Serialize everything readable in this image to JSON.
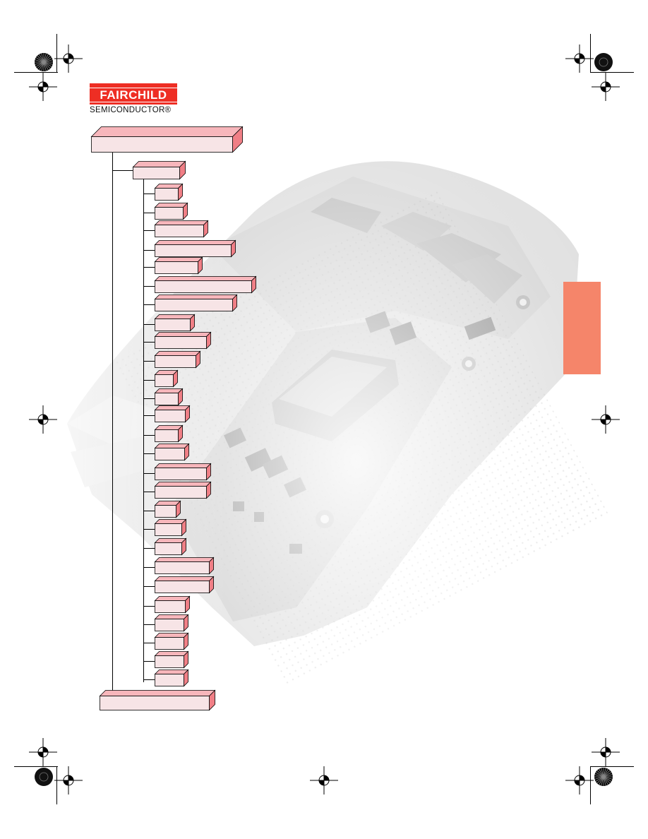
{
  "brand": {
    "logo_word": "FAIRCHILD",
    "logo_sub": "SEMICONDUCTOR®",
    "accent_color": "#ee2e24"
  },
  "tree": {
    "root_label": "",
    "section_label": "",
    "footer_label": "",
    "item_count": 27,
    "box_face_color": "#f7e4e6",
    "box_side_color": "#f07f86",
    "box_top_color": "#f7b6bb"
  },
  "side_tab": {
    "color": "#f5856a"
  }
}
